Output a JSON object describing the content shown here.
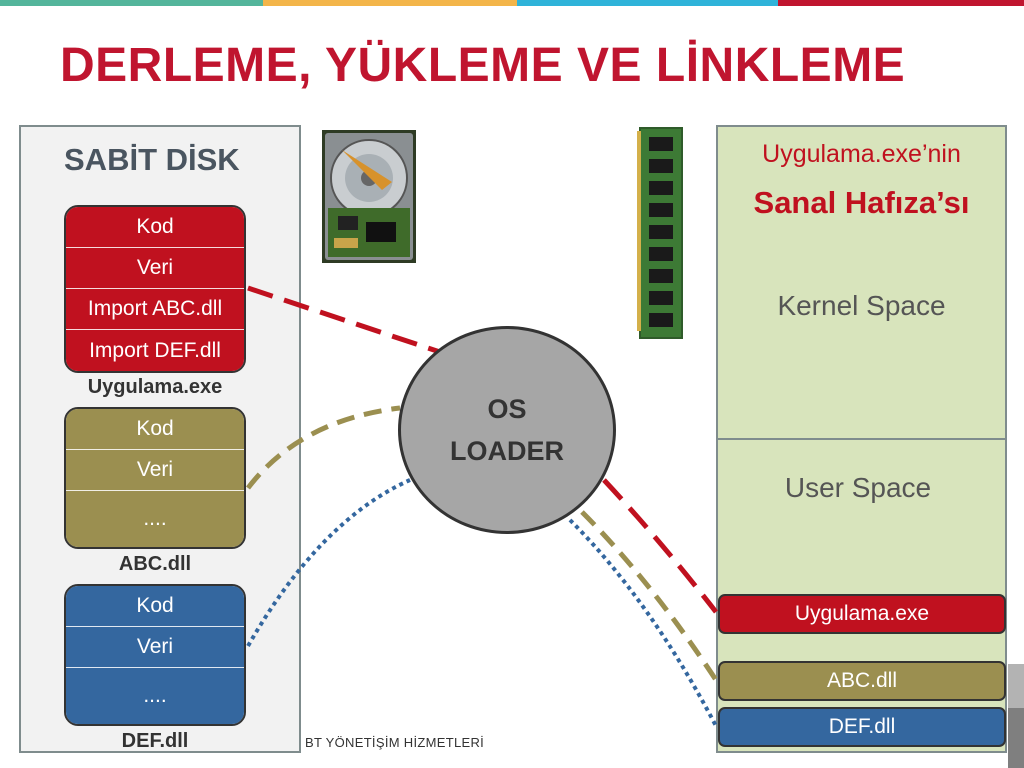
{
  "title": "DERLEME, YÜKLEME VE LİNKLEME",
  "colors": {
    "brand_red": "#c0152f",
    "block_red": "#c0111f",
    "block_olive": "#9b8f50",
    "block_blue": "#34679f",
    "memory_bg": "#d8e4bc",
    "topbar": [
      "#54b59b",
      "#f3b54a",
      "#2fb3d9",
      "#c0152f"
    ]
  },
  "disk": {
    "title": "SABİT DİSK",
    "blocks": [
      {
        "name": "Uygulama.exe",
        "rows": [
          "Kod",
          "Veri",
          "Import ABC.dll",
          "Import DEF.dll"
        ]
      },
      {
        "name": "ABC.dll",
        "rows": [
          "Kod",
          "Veri",
          "...."
        ]
      },
      {
        "name": "DEF.dll",
        "rows": [
          "Kod",
          "Veri",
          "...."
        ]
      }
    ]
  },
  "loader": {
    "line1": "OS",
    "line2": "LOADER"
  },
  "memory": {
    "title_line1": "Uygulama.exe’nin",
    "title_line2": "Sanal Hafıza’sı",
    "kernel_space": "Kernel Space",
    "user_space": "User Space",
    "segments": [
      "Uygulama.exe",
      "ABC.dll",
      "DEF.dll"
    ]
  },
  "icons": {
    "disk": "hard-drive-icon",
    "ram": "ram-module-icon"
  },
  "footer": "BT YÖNETİŞİM HİZMETLERİ"
}
